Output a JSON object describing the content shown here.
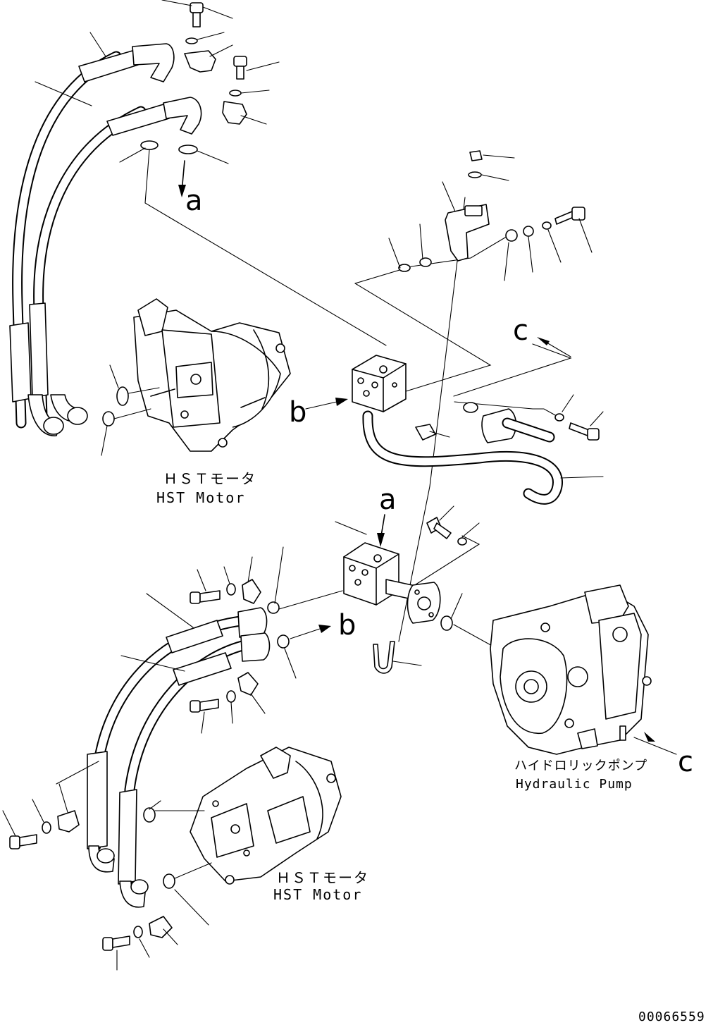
{
  "labels": {
    "motor_top_jp": "ＨＳＴモータ",
    "motor_top_en": "HST Motor",
    "motor_bottom_jp": "ＨＳＴモータ",
    "motor_bottom_en": "HST Motor",
    "pump_jp": "ハイドロリックポンプ",
    "pump_en": "Hydraulic Pump",
    "ref_a_top": "a",
    "ref_a_mid": "a",
    "ref_b_left": "b",
    "ref_b_bottom": "b",
    "ref_c_top": "c",
    "ref_c_right": "c",
    "drawing_number": "00066559"
  }
}
